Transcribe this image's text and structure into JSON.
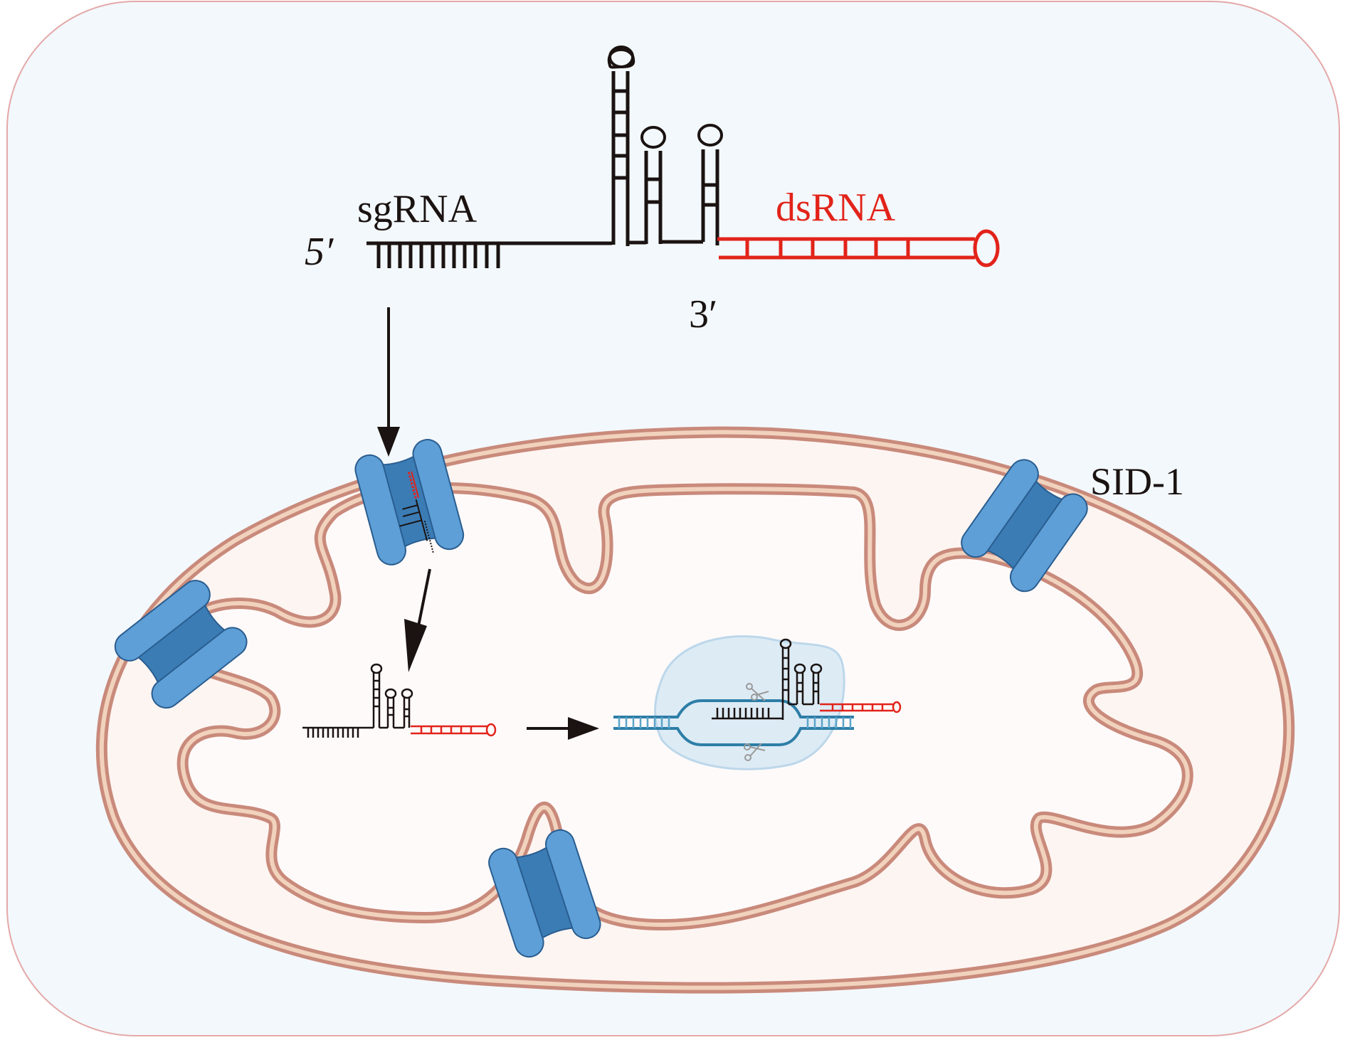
{
  "labels": {
    "five_prime": "5′",
    "three_prime": "3′",
    "sgrna": "sgRNA",
    "dsrna": "dsRNA",
    "sid1": "SID-1"
  },
  "colors": {
    "background_panel": "#f3f8fc",
    "panel_border": "#e4a8a8",
    "membrane_dark": "#c98a7b",
    "membrane_light": "#f1d2bd",
    "matrix": "#fdf5f2",
    "channel_light": "#5d9fd6",
    "channel_dark": "#3b7cb5",
    "channel_outline": "#2a5d8f",
    "rna_black": "#1a1311",
    "rna_red": "#e2231a",
    "dna_blue": "#2d7ea7",
    "cas_blob": "#dcebf5"
  },
  "elements": {
    "channels": [
      "sid1-channel-entry",
      "sid1-channel-left",
      "sid1-channel-right",
      "sid1-channel-bottom"
    ],
    "arrows": [
      "arrow-into-channel",
      "arrow-into-matrix",
      "arrow-to-cas-complex"
    ]
  }
}
